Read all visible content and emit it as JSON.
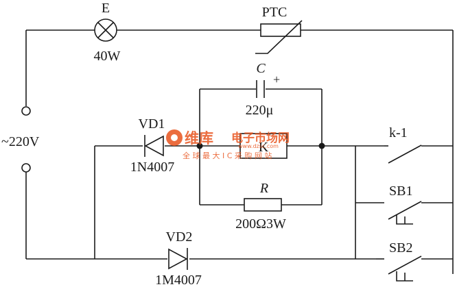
{
  "labels": {
    "lamp_name": "E",
    "lamp_power": "40W",
    "ptc": "PTC",
    "source": "~220V",
    "cap_name": "C",
    "cap_plus": "+",
    "cap_value": "220μ",
    "vd1_name": "VD1",
    "vd1_part": "1N4007",
    "relay": "K",
    "res_name": "R",
    "res_value": "200Ω3W",
    "vd2_name": "VD2",
    "vd2_part": "1M4007",
    "k1": "k-1",
    "sb1": "SB1",
    "sb2": "SB2"
  },
  "watermark": {
    "title": "维库",
    "subtitle": "电子市场网",
    "url": "www.dzsc.com",
    "tagline": "全 球 最 大 I C 采 购 网 站",
    "color": "#e8541e"
  },
  "colors": {
    "ink": "#1a1a1a"
  }
}
